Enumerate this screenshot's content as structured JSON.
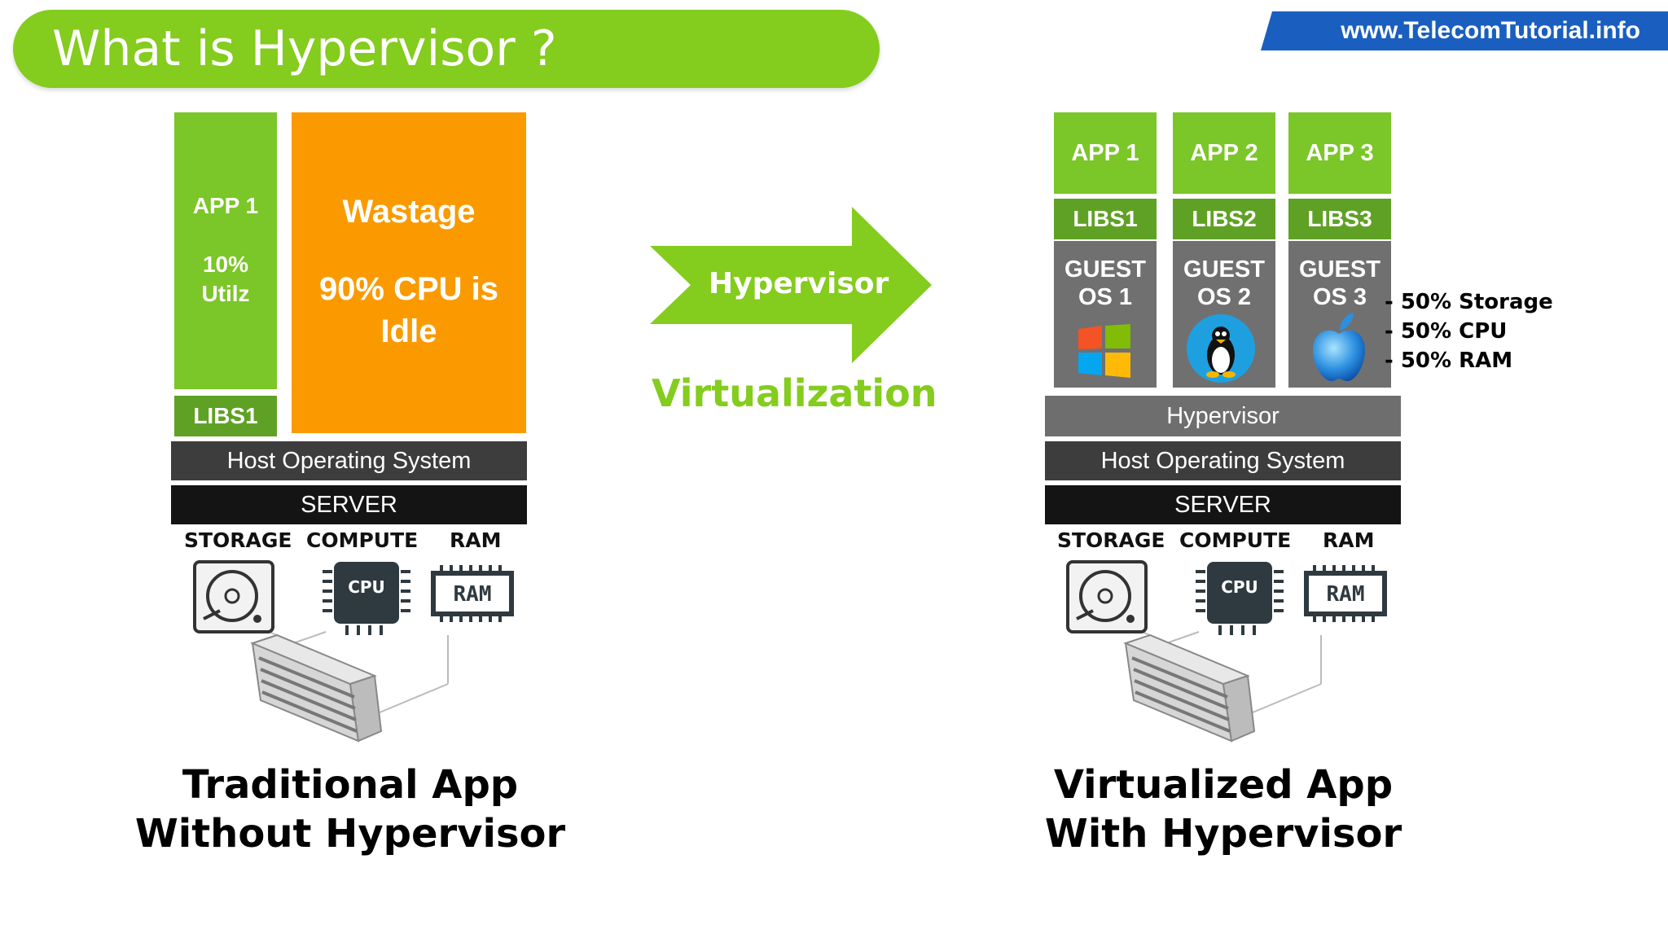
{
  "title": "What is Hypervisor ?",
  "site": "www.TelecomTutorial.info",
  "left": {
    "app_label": "APP 1",
    "utilization": "10% Utilz",
    "wastage_title": "Wastage",
    "wastage_text": "90% CPU is Idle",
    "libs": "LIBS1",
    "host_os": "Host Operating System",
    "server": "SERVER",
    "hw": {
      "storage": "STORAGE",
      "compute": "COMPUTE",
      "ram": "RAM"
    },
    "chip_cpu": "CPU",
    "chip_ram": "RAM",
    "caption_line1": "Traditional App",
    "caption_line2": "Without Hypervisor"
  },
  "middle": {
    "arrow_label": "Hypervisor",
    "subtitle": "Virtualization"
  },
  "right": {
    "apps": [
      {
        "app": "APP 1",
        "libs": "LIBS1",
        "guest_l1": "GUEST",
        "guest_l2": "OS 1",
        "logo": "windows-logo-icon"
      },
      {
        "app": "APP 2",
        "libs": "LIBS2",
        "guest_l1": "GUEST",
        "guest_l2": "OS 2",
        "logo": "linux-penguin-icon"
      },
      {
        "app": "APP 3",
        "libs": "LIBS3",
        "guest_l1": "GUEST",
        "guest_l2": "OS 3",
        "logo": "apple-logo-icon"
      }
    ],
    "stats": [
      "- 50% Storage",
      "- 50% CPU",
      "- 50% RAM"
    ],
    "hypervisor": "Hypervisor",
    "host_os": "Host Operating System",
    "server": "SERVER",
    "hw": {
      "storage": "STORAGE",
      "compute": "COMPUTE",
      "ram": "RAM"
    },
    "chip_cpu": "CPU",
    "chip_ram": "RAM",
    "caption_line1": "Virtualized App",
    "caption_line2": "With Hypervisor"
  },
  "colors": {
    "green": "#7bc628",
    "dark_green": "#5fa125",
    "orange": "#fb9a00",
    "host_grey": "#3d3d3d",
    "server_black": "#141414",
    "banner_blue": "#1a5fbf"
  }
}
